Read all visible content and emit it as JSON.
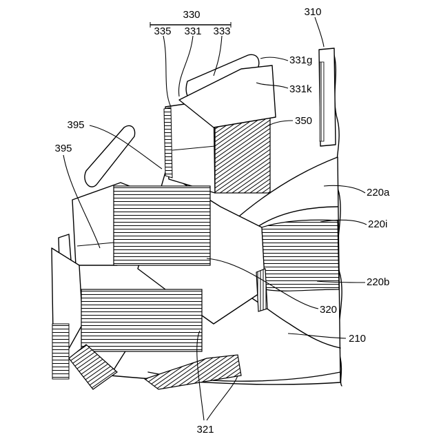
{
  "labels": {
    "l330": "330",
    "l335": "335",
    "l331": "331",
    "l333": "333",
    "l310": "310",
    "l331g": "331g",
    "l331k": "331k",
    "l350": "350",
    "l395a": "395",
    "l395b": "395",
    "l220a": "220a",
    "l220i": "220i",
    "l220b": "220b",
    "l320": "320",
    "l210": "210",
    "l321": "321"
  }
}
